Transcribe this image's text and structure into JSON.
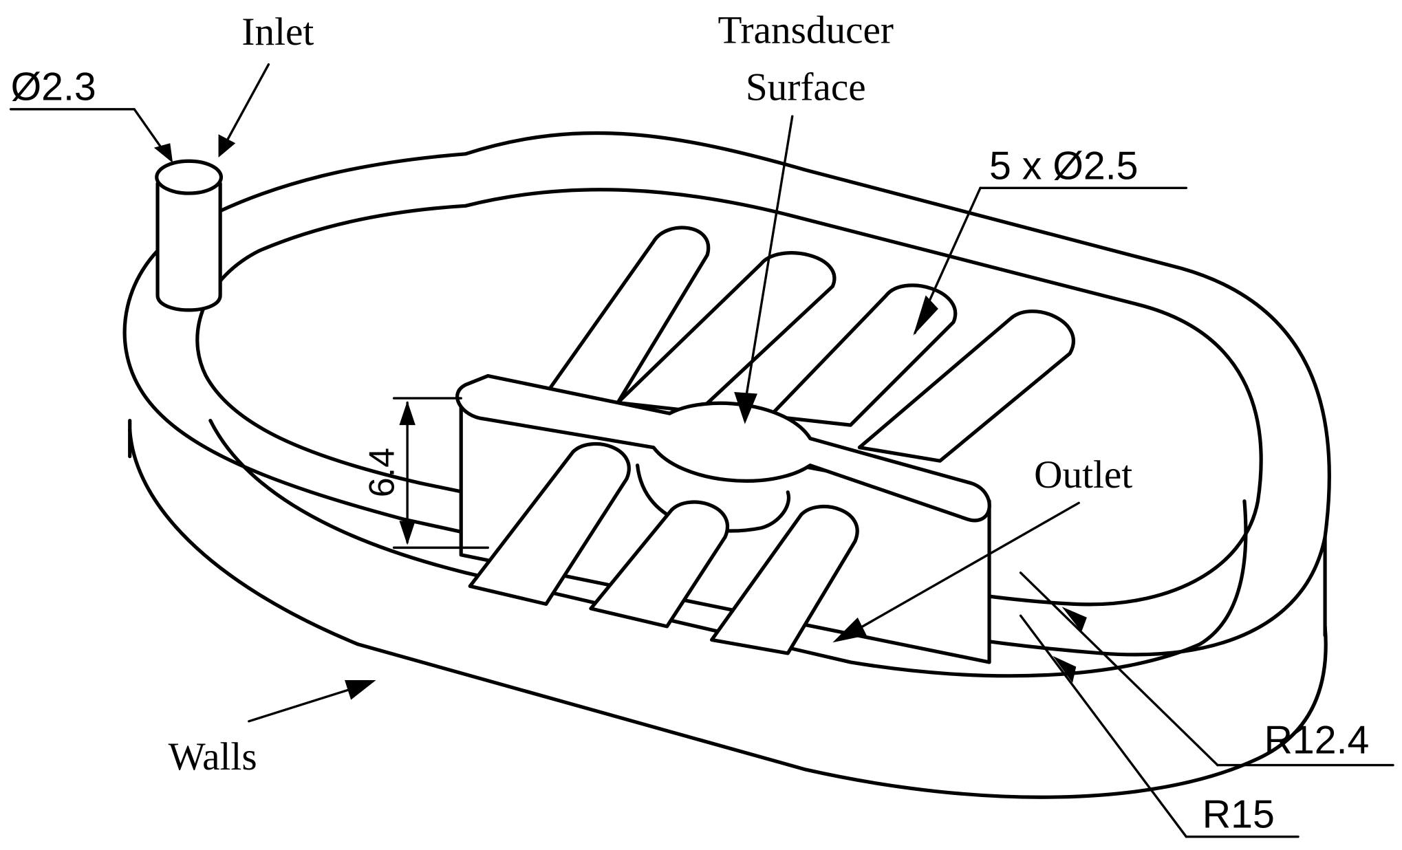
{
  "labels": {
    "inlet": "Inlet",
    "inlet_diameter": "Ø2.3",
    "transducer_line1": "Transducer",
    "transducer_line2": "Surface",
    "rods": "5 x Ø2.5",
    "height": "6.4",
    "outlet": "Outlet",
    "walls": "Walls",
    "inner_radius": "R12.4",
    "outer_radius": "R15"
  },
  "colors": {
    "stroke": "#000000",
    "background": "#ffffff"
  }
}
